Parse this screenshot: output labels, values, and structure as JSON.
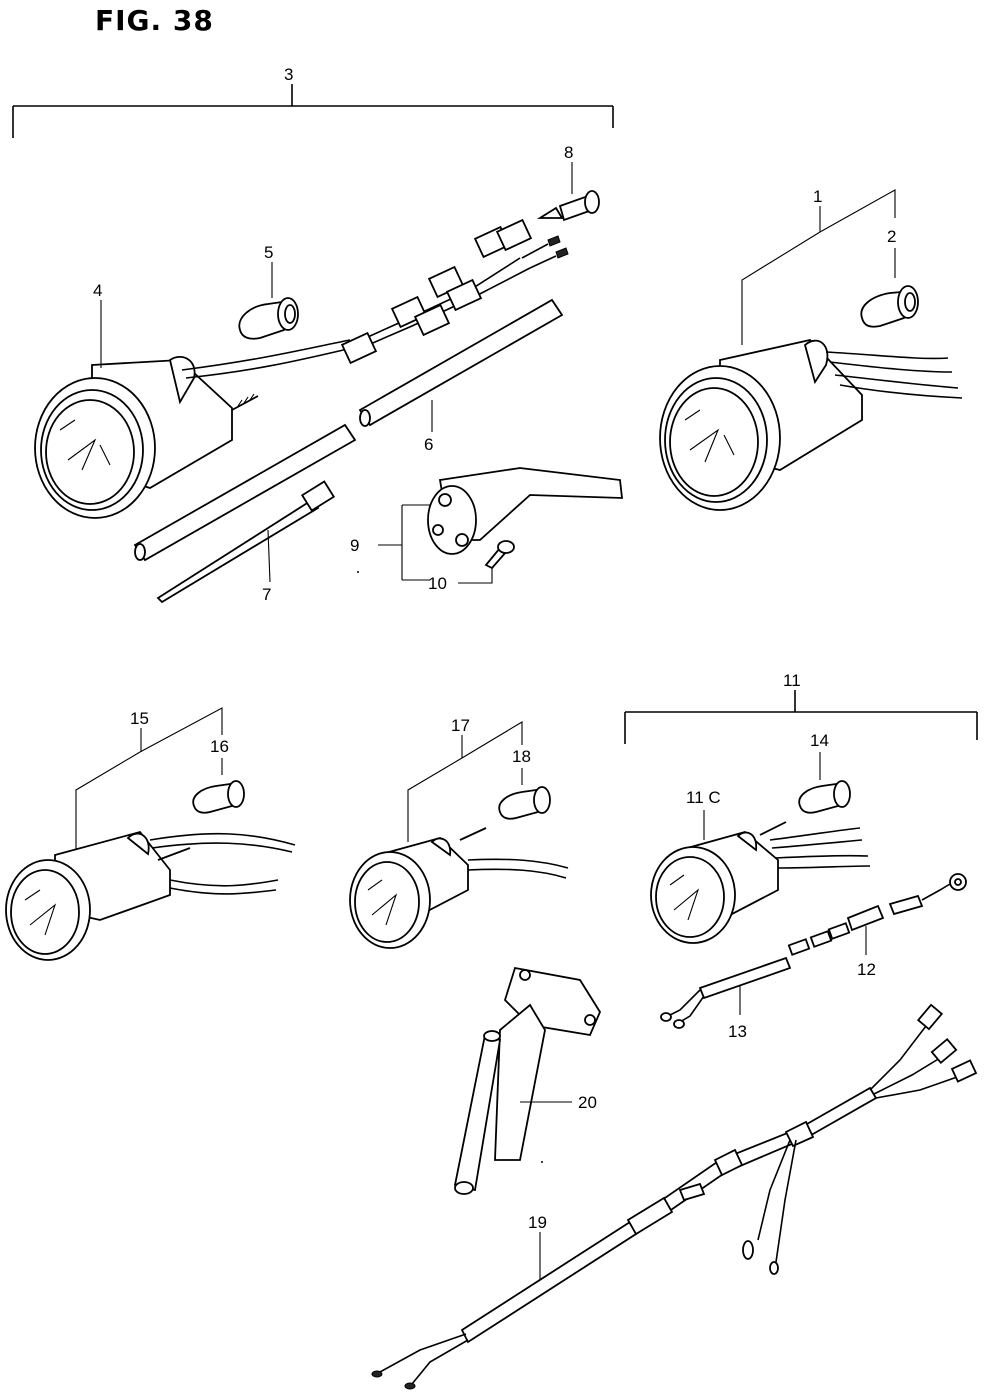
{
  "figure_title": "FIG. 38",
  "callouts": {
    "c1": "1",
    "c2": "2",
    "c3": "3",
    "c4": "4",
    "c5": "5",
    "c6": "6",
    "c7": "7",
    "c8": "8",
    "c9": "9",
    "c10": "10",
    "c11": "11",
    "c11c": "11 C",
    "c12": "12",
    "c13": "13",
    "c14": "14",
    "c15": "15",
    "c16": "16",
    "c17": "17",
    "c18": "18",
    "c19": "19",
    "c20": "20"
  },
  "icons": [
    "gauge-icon",
    "bulb-icon",
    "harness-icon",
    "cable-tie-icon",
    "tube-icon",
    "screw-icon",
    "bracket-icon",
    "hose-icon"
  ]
}
